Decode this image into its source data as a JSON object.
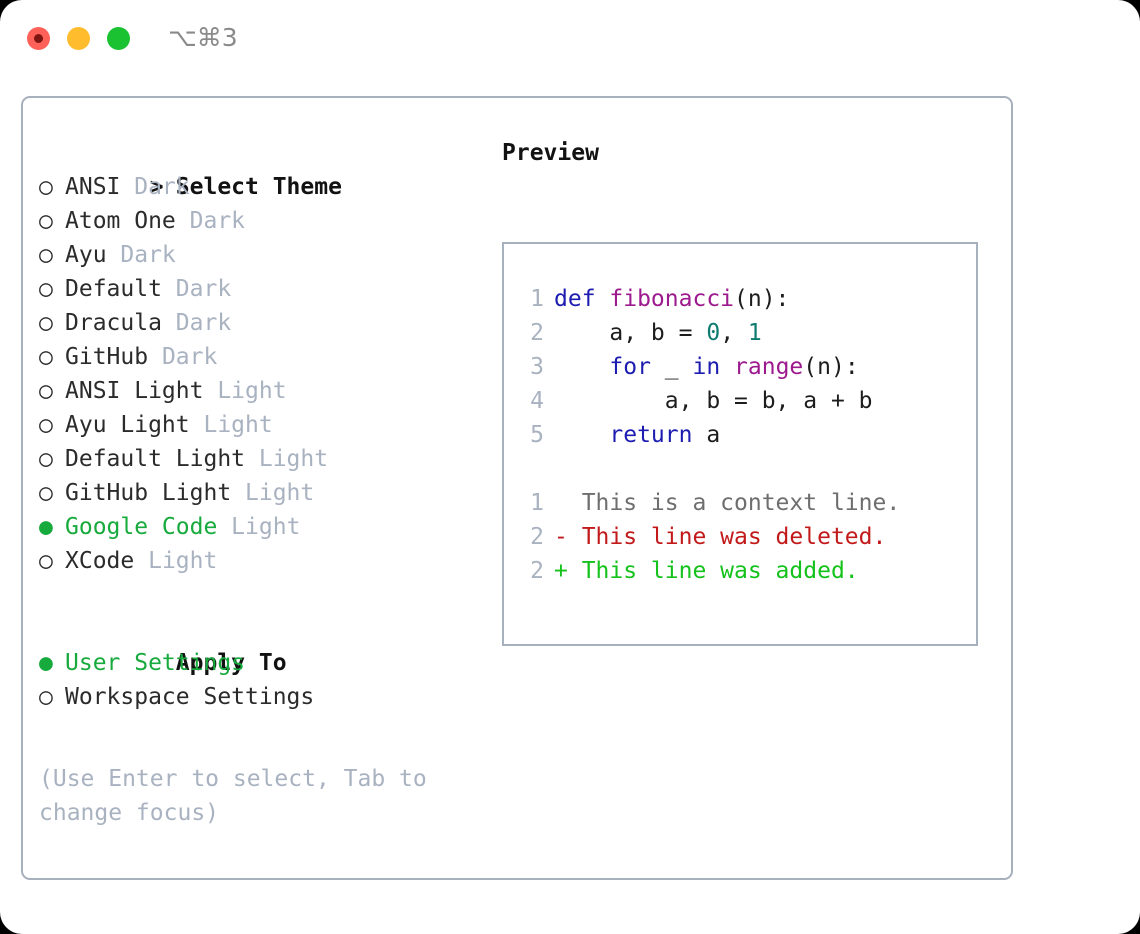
{
  "window": {
    "shortcut_label": "⌥⌘3",
    "traffic_lights": {
      "close": "close-button",
      "minimize": "minimize-button",
      "maximize": "maximize-button"
    },
    "colors": {
      "close": "#ff6159",
      "close_dot": "#7d1510",
      "minimize": "#ffbd2e",
      "maximize": "#1ac231",
      "border": "#a7b0bd",
      "accent_green": "#17aa3c",
      "muted": "#a9b2c0"
    }
  },
  "theme_picker": {
    "header_prefix": "> ",
    "header": "Select Theme",
    "bullet_selected": "● ",
    "bullet_unselected": "○ ",
    "items": [
      {
        "name": "ANSI",
        "variant": " Dark",
        "selected": false
      },
      {
        "name": "Atom One",
        "variant": " Dark",
        "selected": false
      },
      {
        "name": "Ayu",
        "variant": " Dark",
        "selected": false
      },
      {
        "name": "Default",
        "variant": " Dark",
        "selected": false
      },
      {
        "name": "Dracula",
        "variant": " Dark",
        "selected": false
      },
      {
        "name": "GitHub",
        "variant": " Dark",
        "selected": false
      },
      {
        "name": "ANSI Light",
        "variant": " Light",
        "selected": false
      },
      {
        "name": "Ayu Light",
        "variant": " Light",
        "selected": false
      },
      {
        "name": "Default Light",
        "variant": " Light",
        "selected": false
      },
      {
        "name": "GitHub Light",
        "variant": " Light",
        "selected": false
      },
      {
        "name": "Google Code",
        "variant": " Light",
        "selected": true
      },
      {
        "name": "XCode",
        "variant": " Light",
        "selected": false
      }
    ]
  },
  "apply_to": {
    "header": "Apply To",
    "items": [
      {
        "name": "User Settings",
        "selected": true
      },
      {
        "name": "Workspace Settings",
        "selected": false
      }
    ]
  },
  "hint": "(Use Enter to select, Tab to change focus)",
  "preview": {
    "title": "Preview",
    "code_lines": [
      {
        "ln": "1",
        "tokens": [
          {
            "t": "def ",
            "c": "kw"
          },
          {
            "t": "fibonacci",
            "c": "fn"
          },
          {
            "t": "(n):",
            "c": "txt"
          }
        ]
      },
      {
        "ln": "2",
        "tokens": [
          {
            "t": "    a, b = ",
            "c": "txt"
          },
          {
            "t": "0",
            "c": "num"
          },
          {
            "t": ", ",
            "c": "txt"
          },
          {
            "t": "1",
            "c": "num"
          }
        ]
      },
      {
        "ln": "3",
        "tokens": [
          {
            "t": "    for ",
            "c": "kw"
          },
          {
            "t": "_ ",
            "c": "txt"
          },
          {
            "t": "in ",
            "c": "kw"
          },
          {
            "t": "range",
            "c": "fn"
          },
          {
            "t": "(n):",
            "c": "txt"
          }
        ]
      },
      {
        "ln": "4",
        "tokens": [
          {
            "t": "        a, b = b, a + b",
            "c": "txt"
          }
        ]
      },
      {
        "ln": "5",
        "tokens": [
          {
            "t": "    return ",
            "c": "kw"
          },
          {
            "t": "a",
            "c": "txt"
          }
        ]
      }
    ],
    "diff_lines": [
      {
        "ln": "1",
        "text": "  This is a context line.",
        "kind": "ctx"
      },
      {
        "ln": "2",
        "text": "- This line was deleted.",
        "kind": "del"
      },
      {
        "ln": "2",
        "text": "+ This line was added.",
        "kind": "add"
      }
    ]
  }
}
